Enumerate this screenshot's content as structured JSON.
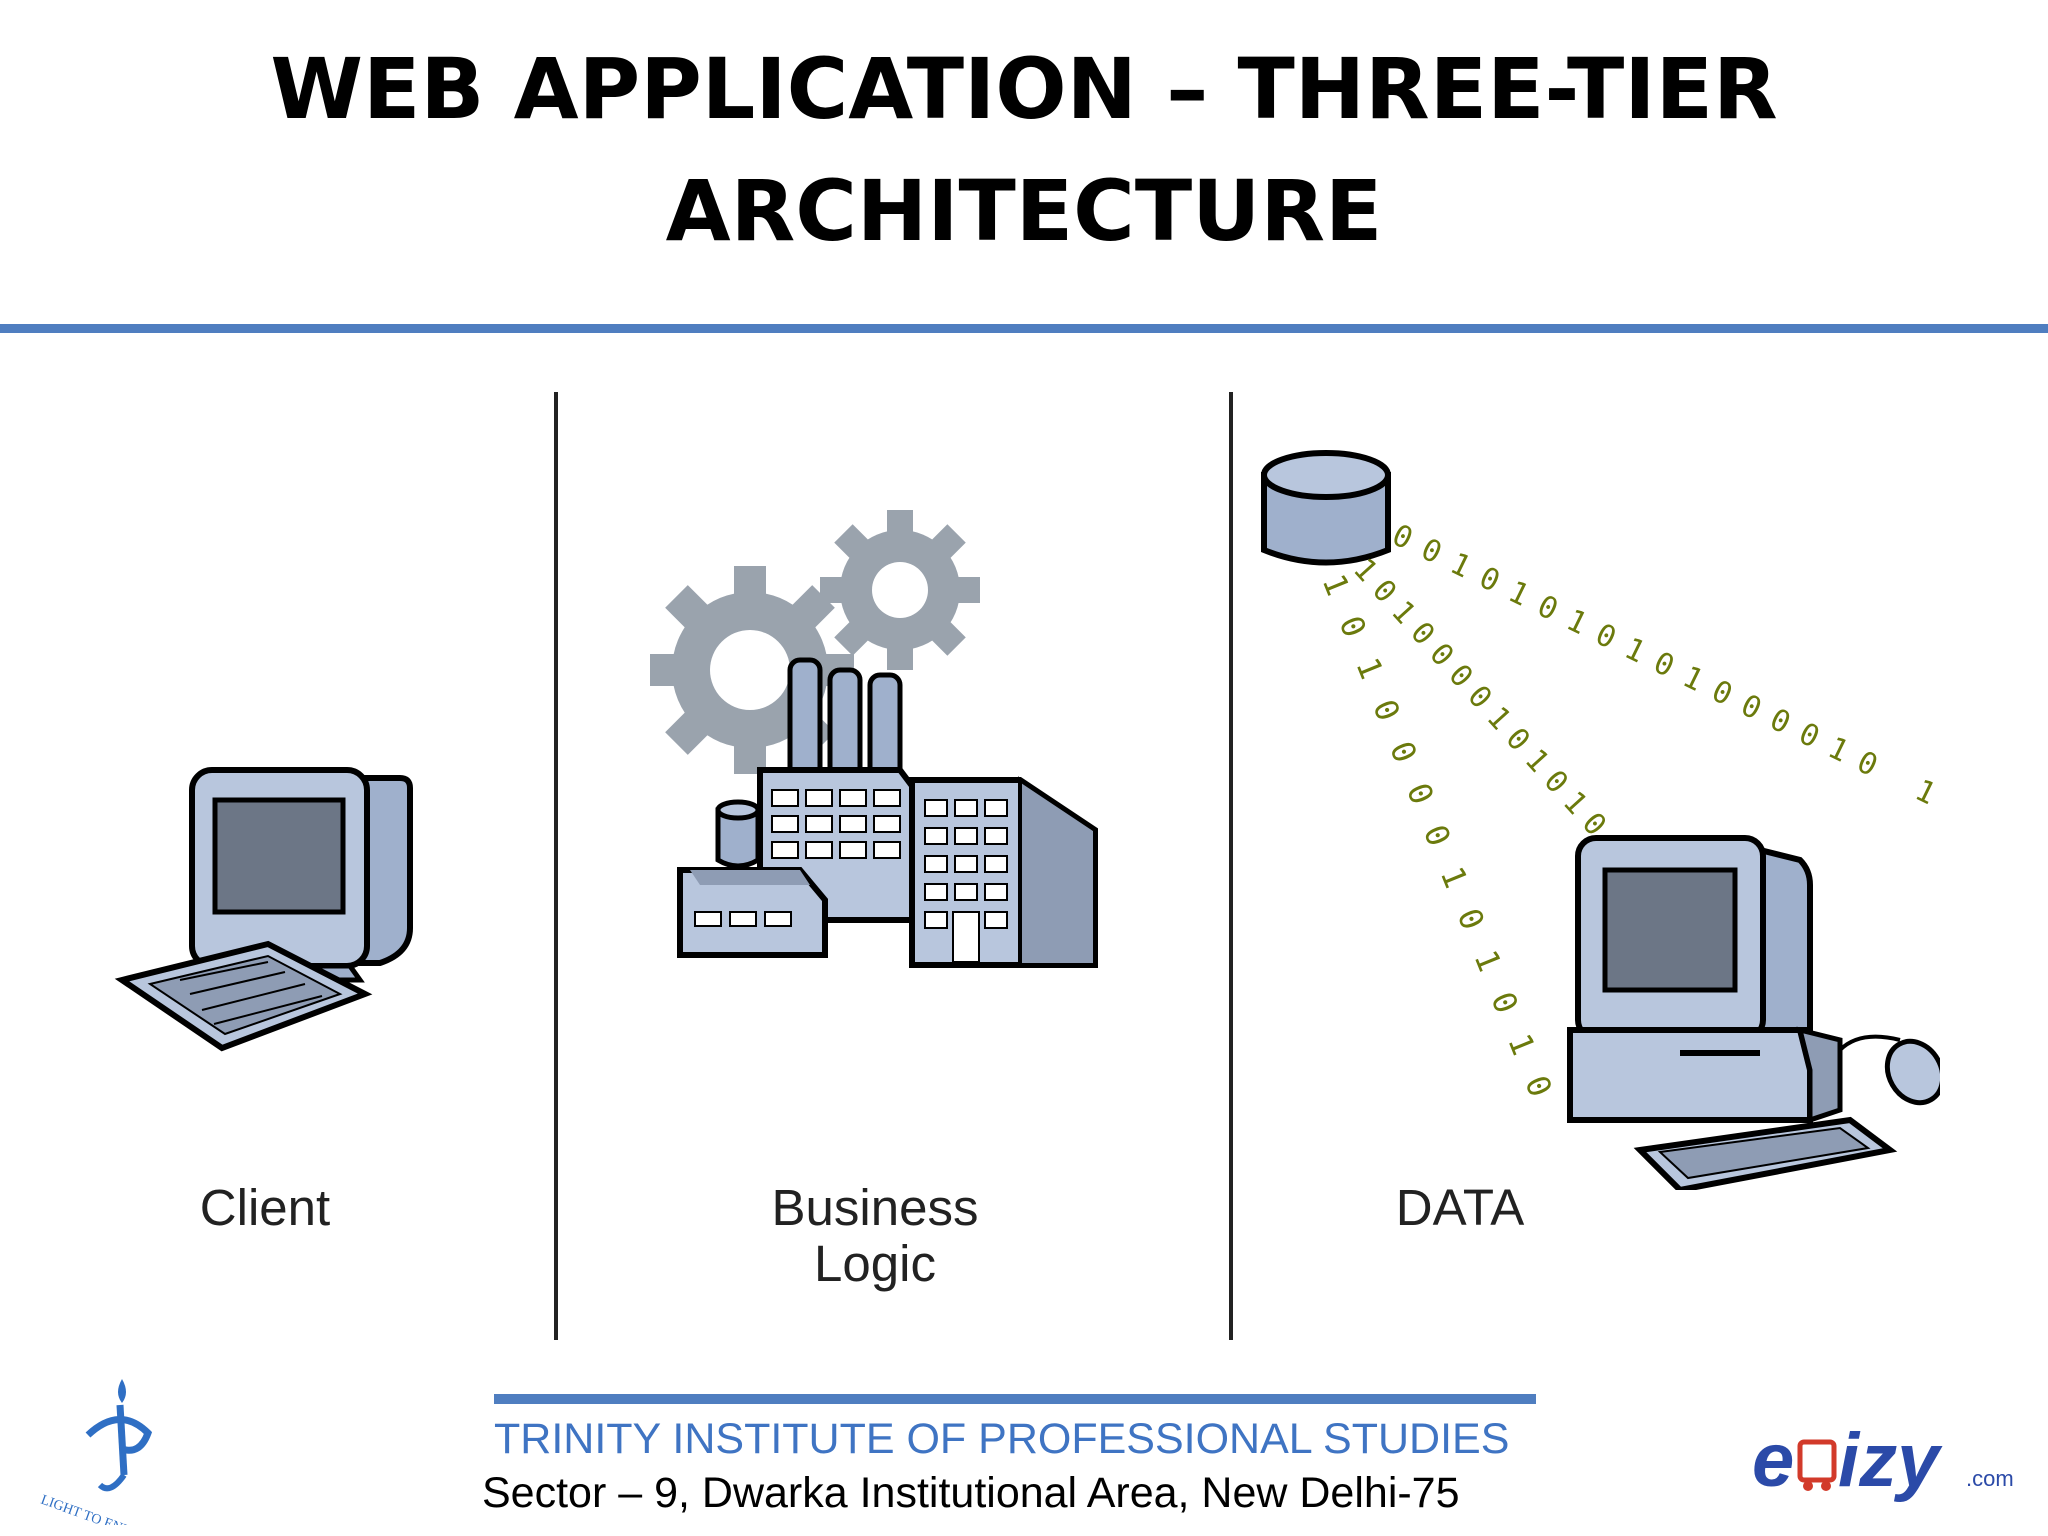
{
  "slide": {
    "title_line1": "WEB APPLICATION – THREE-TIER",
    "title_line2": "ARCHITECTURE"
  },
  "tiers": [
    {
      "label": "Client"
    },
    {
      "label_line1": "Business",
      "label_line2": "Logic"
    },
    {
      "label": "DATA"
    }
  ],
  "binary_streams": [
    "00101010101000010 1",
    "1010000101010",
    "1010000101010"
  ],
  "footer": {
    "institute": "TRINITY INSTITUTE OF PROFESSIONAL STUDIES",
    "address": "Sector – 9, Dwarka Institutional Area, New Delhi-75",
    "left_logo_text": "LIGHT TO ENLIGHTEN",
    "right_logo_text": "ebizy.com"
  },
  "colors": {
    "accent_rule": "#4f7ec0",
    "institute_text": "#3f74c3",
    "icon_fill": "#b8c6dd",
    "icon_dark": "#7f8fa8",
    "gear": "#9aa3ad",
    "binary": "#6b7a0c"
  }
}
